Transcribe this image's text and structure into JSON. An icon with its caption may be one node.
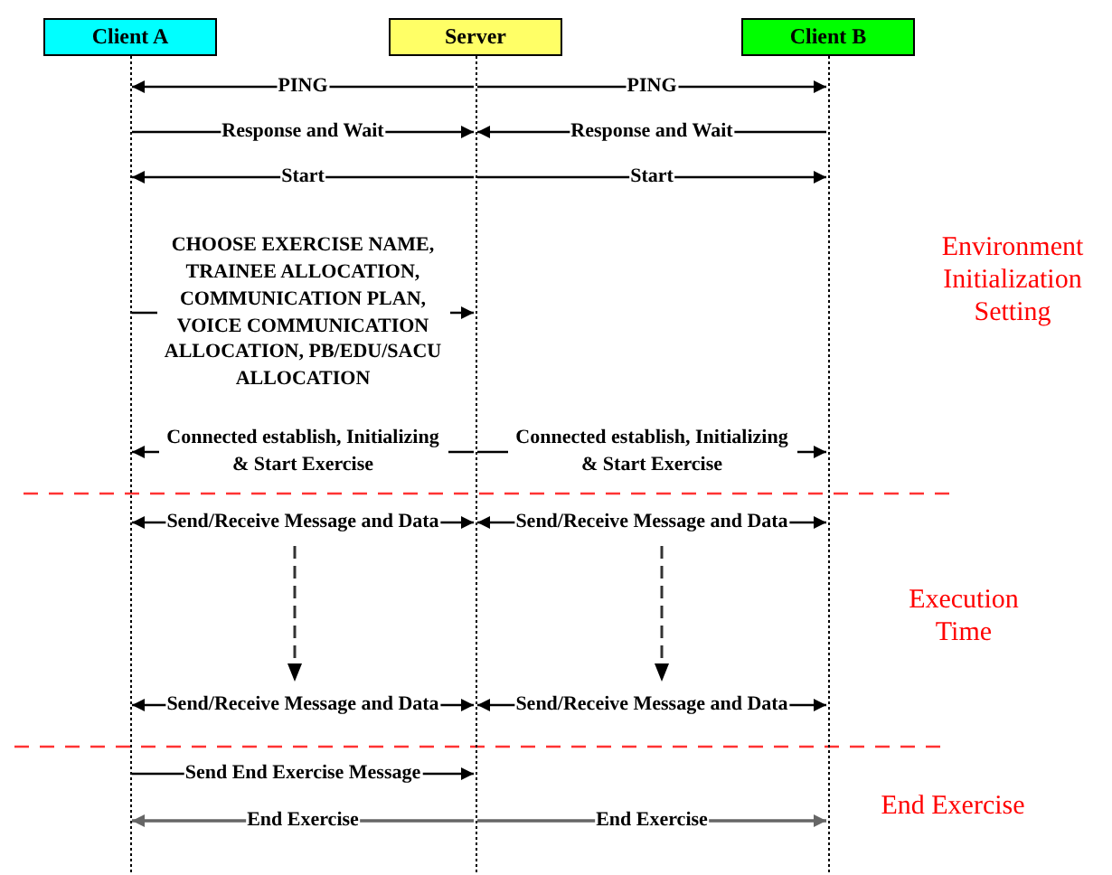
{
  "diagram": {
    "nodes": [
      {
        "text": [
          "Client A"
        ]
      },
      {
        "text": [
          "Server"
        ]
      },
      {
        "text": [
          "Client B"
        ]
      }
    ],
    "edges": [
      {
        "from": 1,
        "to": 0,
        "arrow": "to",
        "label": "PING"
      },
      {
        "from": 1,
        "to": 2,
        "arrow": "to",
        "label": "PING"
      },
      {
        "from": 0,
        "to": 1,
        "arrow": "to",
        "label": "Response and Wait"
      },
      {
        "from": 2,
        "to": 1,
        "arrow": "to",
        "label": "Response and Wait"
      },
      {
        "from": 1,
        "to": 0,
        "arrow": "to",
        "label": "Start"
      },
      {
        "from": 1,
        "to": 2,
        "arrow": "to",
        "label": "Start"
      },
      {
        "from": 0,
        "to": 1,
        "arrow": "to",
        "label": "CHOOSE EXERCISE NAME, TRAINEE ALLOCATION, COMMUNICATION PLAN, VOICE COMMUNICATION ALLOCATION, PB/EDU/SACU ALLOCATION"
      },
      {
        "from": 1,
        "to": 0,
        "arrow": "to",
        "label": "Connected establish, Initializing & Start Exercise"
      },
      {
        "from": 1,
        "to": 2,
        "arrow": "to",
        "label": "Connected establish, Initializing & Start Exercise"
      },
      {
        "from": 0,
        "to": 1,
        "arrow": "both",
        "label": "Send/Receive Message and Data"
      },
      {
        "from": 1,
        "to": 2,
        "arrow": "both",
        "label": "Send/Receive Message and Data"
      },
      {
        "from": 0,
        "to": 1,
        "arrow": "both",
        "label": "Send/Receive Message and Data"
      },
      {
        "from": 1,
        "to": 2,
        "arrow": "both",
        "label": "Send/Receive Message and Data"
      },
      {
        "from": 0,
        "to": 1,
        "arrow": "to",
        "label": "Send End Exercise Message"
      },
      {
        "from": 1,
        "to": 0,
        "arrow": "to",
        "label": "End Exercise",
        "color": "#666666"
      },
      {
        "from": 1,
        "to": 2,
        "arrow": "to",
        "label": "End Exercise",
        "color": "#666666"
      }
    ],
    "labels": [
      "Environment Initialization Setting",
      "Execution Time",
      "End Exercise"
    ]
  }
}
